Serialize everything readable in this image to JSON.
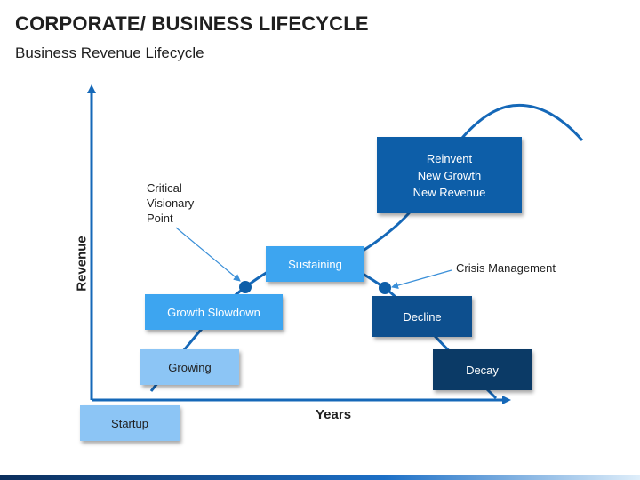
{
  "header": {
    "title": "CORPORATE/ BUSINESS LIFECYCLE",
    "subtitle": "Business Revenue Lifecycle"
  },
  "axes": {
    "y_label": "Revenue",
    "x_label": "Years"
  },
  "stages": {
    "startup": "Startup",
    "growing": "Growing",
    "growth_slowdown": "Growth Slowdown",
    "sustaining": "Sustaining",
    "decline": "Decline",
    "decay": "Decay",
    "reinvent": [
      "Reinvent",
      "New Growth",
      "New Revenue"
    ]
  },
  "annotations": {
    "critical_point": [
      "Critical",
      "Visionary",
      "Point"
    ],
    "crisis": "Crisis Management"
  },
  "colors": {
    "curve": "#1568b8",
    "light_box": "#8cc5f5",
    "mid_box": "#3da5f0",
    "dark_box": "#0d5ea8",
    "darkest_box": "#0b3a66"
  }
}
